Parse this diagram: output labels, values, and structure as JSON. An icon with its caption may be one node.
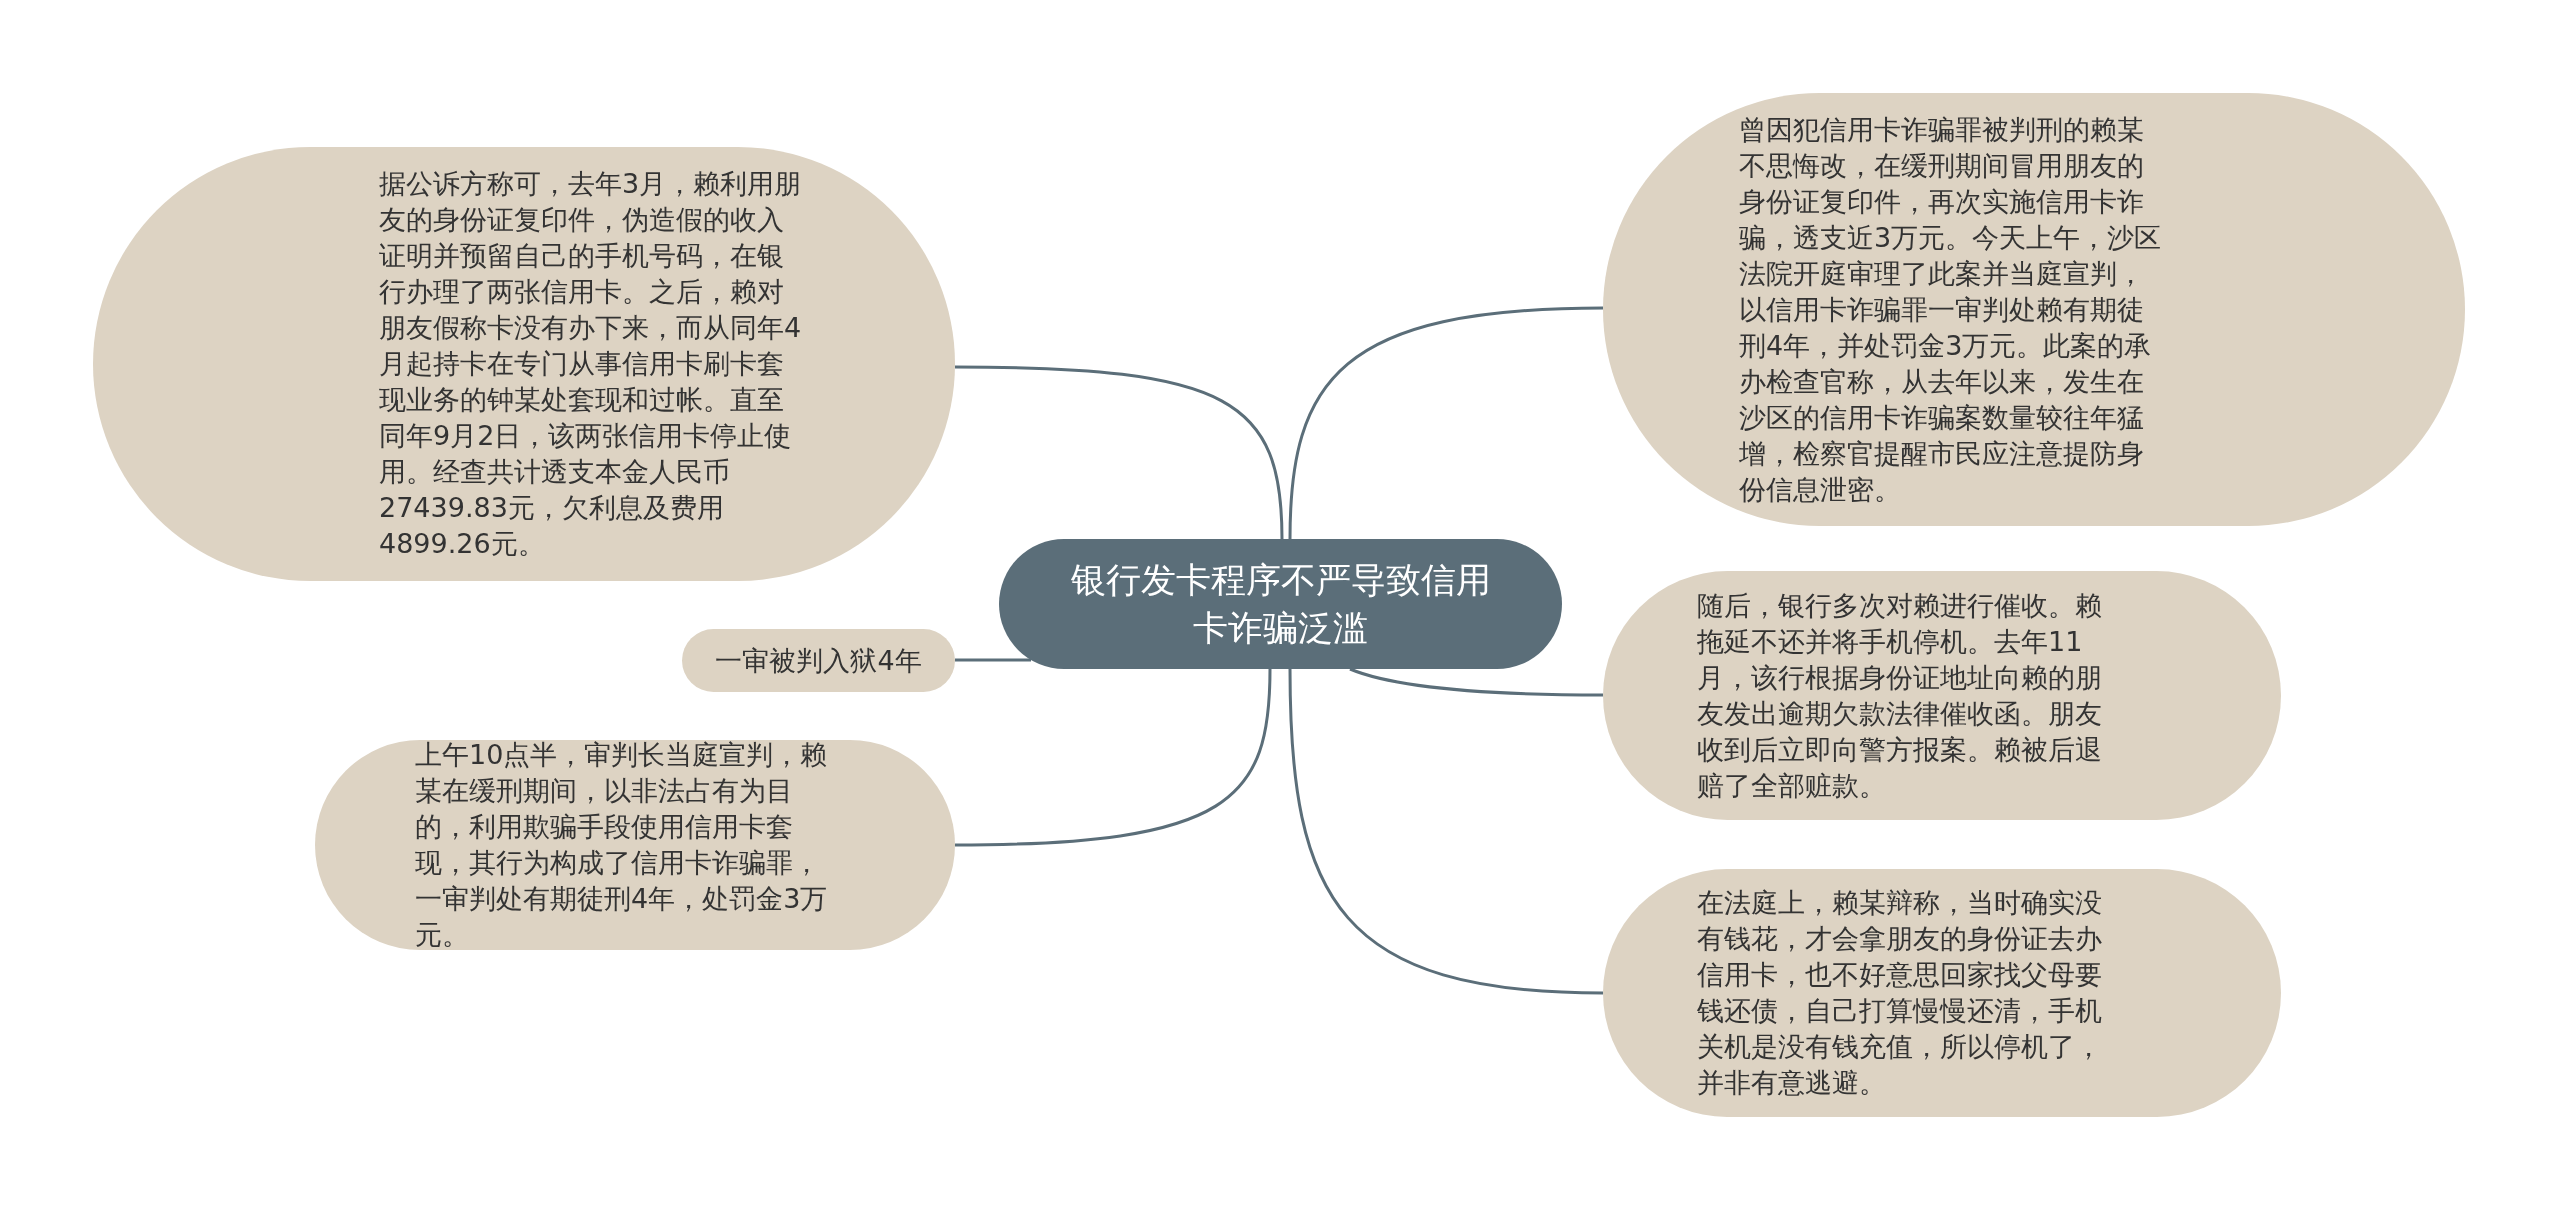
{
  "diagram": {
    "nodes": [
      {
        "text": [
          "银行发卡程序不严导致信用卡诈骗泛滥"
        ]
      },
      {
        "text": [
          "据公诉方称可，去年3月，赖利用朋友的身份证复印件，伪造假的收入证明并预留自己的手机号码，在银行办理了两张信用卡。之后，赖对朋友假称卡没有办下来，而从同年4月起持卡在专门从事信用卡刷卡套现业务的钟某处套现和过帐。直至同年9月2日，该两张信用卡停止使用。经查共计透支本金人民币27439.83元，欠利息及费用4899.26元。"
        ]
      },
      {
        "text": [
          "一审被判入狱4年"
        ]
      },
      {
        "text": [
          "上午10点半，审判长当庭宣判，赖某在缓刑期间，以非法占有为目的，利用欺骗手段使用信用卡套现，其行为构成了信用卡诈骗罪，一审判处有期徒刑4年，处罚金3万元。"
        ]
      },
      {
        "text": [
          "曾因犯信用卡诈骗罪被判刑的赖某不思悔改，在缓刑期间冒用朋友的身份证复印件，再次实施信用卡诈骗，透支近3万元。今天上午，沙区法院开庭审理了此案并当庭宣判，以信用卡诈骗罪一审判处赖有期徒刑4年，并处罚金3万元。此案的承办检查官称，从去年以来，发生在沙区的信用卡诈骗案数量较往年猛增，检察官提醒市民应注意提防身份信息泄密。"
        ]
      },
      {
        "text": [
          "随后，银行多次对赖进行催收。赖拖延不还并将手机停机。去年11月，该行根据身份证地址向赖的朋友发出逾期欠款法律催收函。朋友收到后立即向警方报案。赖被后退赔了全部赃款。"
        ]
      },
      {
        "text": [
          "在法庭上，赖某辩称，当时确实没有钱花，才会拿朋友的身份证去办信用卡，也不好意思回家找父母要钱还债，自己打算慢慢还清，手机关机是没有钱充值，所以停机了，并非有意逃避。"
        ]
      }
    ],
    "edges": [
      {
        "from": 0,
        "to": 1,
        "arrow": "none"
      },
      {
        "from": 0,
        "to": 2,
        "arrow": "none"
      },
      {
        "from": 0,
        "to": 3,
        "arrow": "none"
      },
      {
        "from": 0,
        "to": 4,
        "arrow": "none"
      },
      {
        "from": 0,
        "to": 5,
        "arrow": "none"
      },
      {
        "from": 0,
        "to": 6,
        "arrow": "none"
      }
    ]
  }
}
